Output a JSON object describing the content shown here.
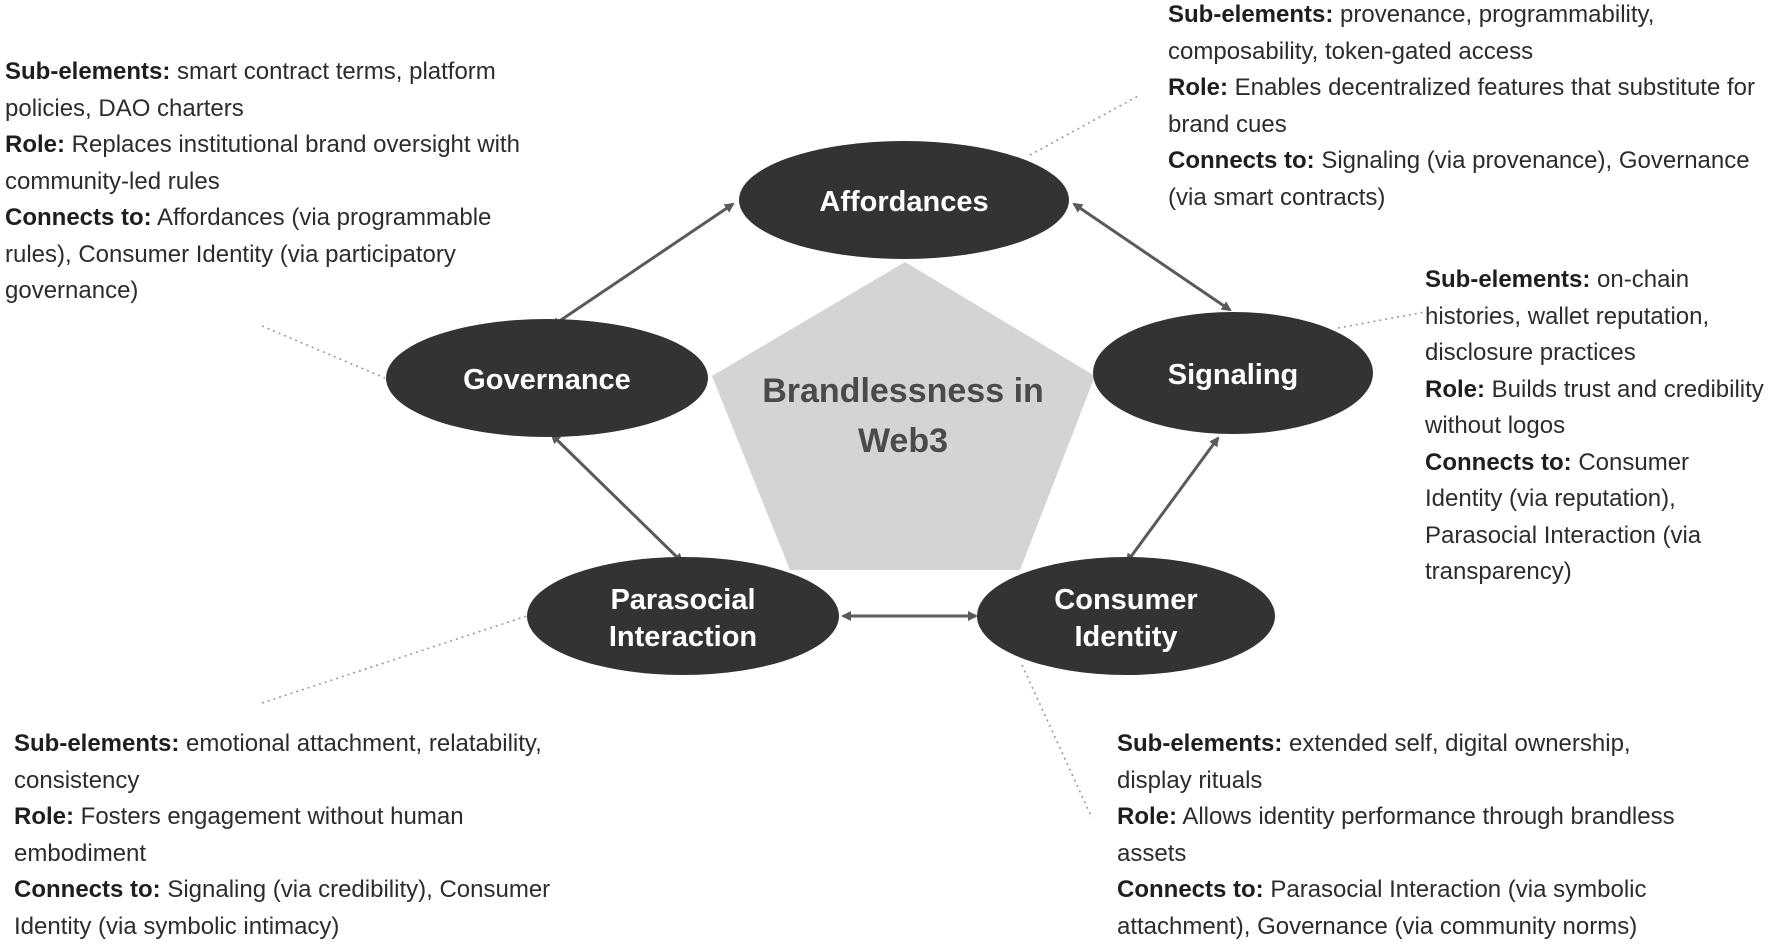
{
  "center": {
    "line1": "Brandlessness in",
    "line2": "Web3"
  },
  "nodes": {
    "affordances": {
      "line1": "Affordances"
    },
    "governance": {
      "line1": "Governance"
    },
    "signaling": {
      "line1": "Signaling"
    },
    "parasocial": {
      "line1": "Parasocial",
      "line2": "Interaction"
    },
    "consumer": {
      "line1": "Consumer",
      "line2": "Identity"
    }
  },
  "labels": {
    "sub": "Sub-elements:",
    "role": "Role:",
    "connects": "Connects to:"
  },
  "notes": {
    "affordances": {
      "sub": "provenance, programmability, composability, token-gated access",
      "role": "Enables decentralized features that substitute for brand cues",
      "connects": "Signaling (via provenance), Governance (via smart contracts)"
    },
    "governance": {
      "sub": "smart contract terms, platform policies, DAO charters",
      "role": "Replaces institutional brand oversight with community-led rules",
      "connects": "Affordances (via programmable rules), Consumer Identity (via participatory governance)"
    },
    "signaling": {
      "sub": "on-chain histories, wallet reputation, disclosure practices",
      "role": "Builds trust and credibility without logos",
      "connects": "Consumer Identity (via reputation), Parasocial Interaction (via transparency)"
    },
    "parasocial": {
      "sub": "emotional attachment, relatability, consistency",
      "role": "Fosters engagement without human embodiment",
      "connects": "Signaling (via credibility), Consumer Identity (via symbolic intimacy)"
    },
    "consumer": {
      "sub": "extended self, digital ownership, display rituals",
      "role": "Allows identity performance through brandless assets",
      "connects": "Parasocial Interaction (via symbolic attachment), Governance (via community norms)"
    }
  },
  "colors": {
    "node_fill": "#333333",
    "pentagon_fill": "#d4d4d4",
    "arrow": "#5a5a5a",
    "leader": "#9a9a9a"
  }
}
